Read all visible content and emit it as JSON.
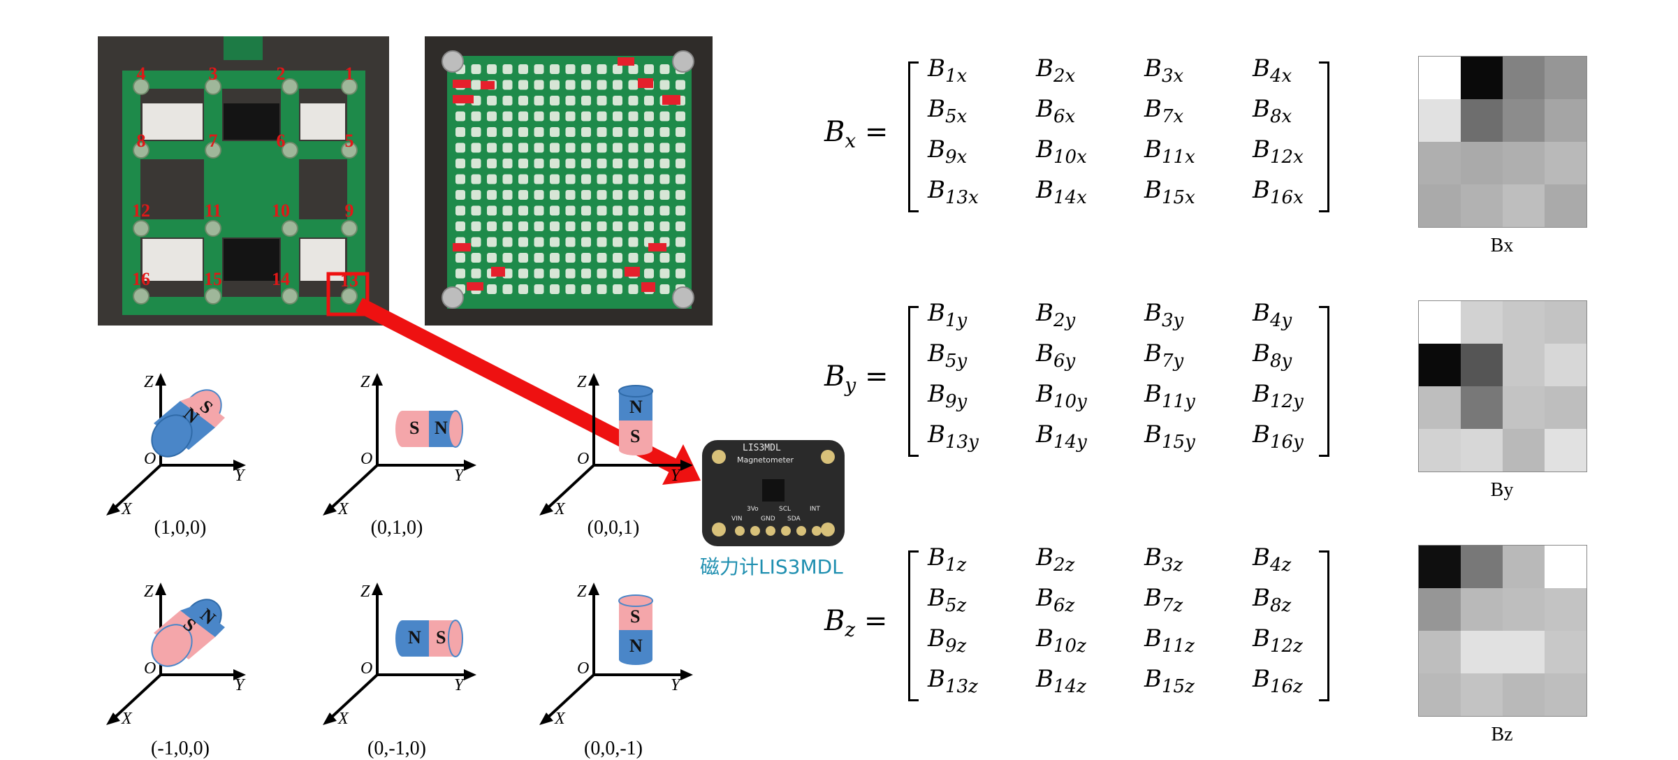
{
  "left_photo": {
    "numbers": [
      "1",
      "2",
      "3",
      "4",
      "5",
      "6",
      "7",
      "8",
      "9",
      "10",
      "11",
      "12",
      "13",
      "14",
      "15",
      "16"
    ]
  },
  "magnetometer": {
    "caption": "磁力计LIS3MDL",
    "board_text": [
      "LIS3MDL",
      "Magnetometer",
      "VIN",
      "GND",
      "3Vo",
      "SCL",
      "SDA",
      "INT"
    ]
  },
  "orientations": [
    {
      "label": "(1,0,0)",
      "pole_near": "N",
      "pole_far": "S"
    },
    {
      "label": "(0,1,0)",
      "pole_left": "S",
      "pole_right": "N"
    },
    {
      "label": "(0,0,1)",
      "pole_top": "N",
      "pole_bottom": "S"
    },
    {
      "label": "(-1,0,0)",
      "pole_near": "S",
      "pole_far": "N"
    },
    {
      "label": "(0,-1,0)",
      "pole_left": "N",
      "pole_right": "S"
    },
    {
      "label": "(0,0,-1)",
      "pole_top": "S",
      "pole_bottom": "N"
    }
  ],
  "axes": {
    "x": "X",
    "y": "Y",
    "z": "Z",
    "origin": "O"
  },
  "matrices": [
    {
      "lhs": "B",
      "lhs_sub": "x",
      "sub": "x",
      "heatmap_label": "Bx",
      "heatmap": [
        [
          255,
          10,
          130,
          150
        ],
        [
          225,
          110,
          140,
          165
        ],
        [
          175,
          170,
          175,
          185
        ],
        [
          170,
          178,
          190,
          170
        ]
      ]
    },
    {
      "lhs": "B",
      "lhs_sub": "y",
      "sub": "y",
      "heatmap_label": "By",
      "heatmap": [
        [
          255,
          210,
          200,
          195
        ],
        [
          10,
          85,
          200,
          215
        ],
        [
          190,
          120,
          195,
          190
        ],
        [
          210,
          215,
          185,
          225
        ]
      ]
    },
    {
      "lhs": "B",
      "lhs_sub": "z",
      "sub": "z",
      "heatmap_label": "Bz",
      "heatmap": [
        [
          15,
          120,
          185,
          255
        ],
        [
          150,
          185,
          190,
          195
        ],
        [
          190,
          225,
          225,
          200
        ],
        [
          185,
          195,
          185,
          190
        ]
      ]
    }
  ],
  "colors": {
    "magnet_red": "#f4a6aa",
    "magnet_blue": "#4a86c8",
    "arrow_red": "#ee1111",
    "pcb_green": "#1e8a4a",
    "caption_blue": "#1f8fb0"
  }
}
